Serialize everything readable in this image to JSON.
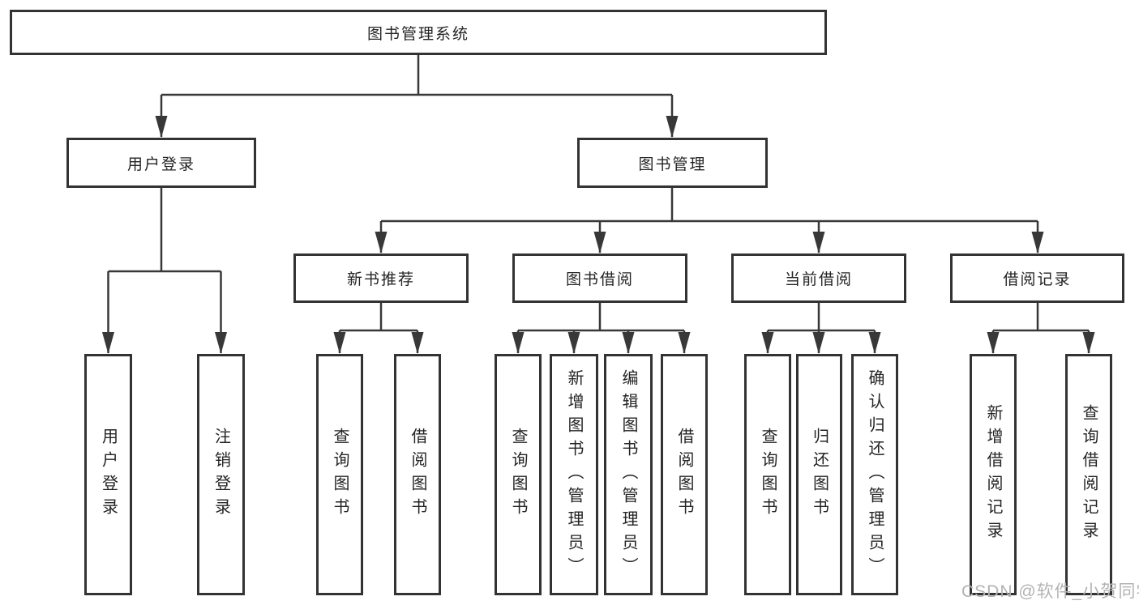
{
  "diagram": {
    "tree": {
      "label": "图书管理系统",
      "children": [
        {
          "label": "用户登录",
          "children": [
            {
              "label": "用户登录"
            },
            {
              "label": "注销登录"
            }
          ]
        },
        {
          "label": "图书管理",
          "children": [
            {
              "label": "新书推荐",
              "children": [
                {
                  "label": "查询图书"
                },
                {
                  "label": "借阅图书"
                }
              ]
            },
            {
              "label": "图书借阅",
              "children": [
                {
                  "label": "查询图书"
                },
                {
                  "label": "新增图书（管理员）"
                },
                {
                  "label": "编辑图书（管理员）"
                },
                {
                  "label": "借阅图书"
                }
              ]
            },
            {
              "label": "当前借阅",
              "children": [
                {
                  "label": "查询图书"
                },
                {
                  "label": "归还图书"
                },
                {
                  "label": "确认归还（管理员）"
                }
              ]
            },
            {
              "label": "借阅记录",
              "children": [
                {
                  "label": "新增借阅记录"
                },
                {
                  "label": "查询借阅记录"
                }
              ]
            }
          ]
        }
      ]
    },
    "colors": {
      "line": "#383838",
      "box_border": "#333333",
      "text": "#242424",
      "watermark_text": "#b3b3b3"
    }
  },
  "watermark": "CSDN @软件_小贺同学"
}
